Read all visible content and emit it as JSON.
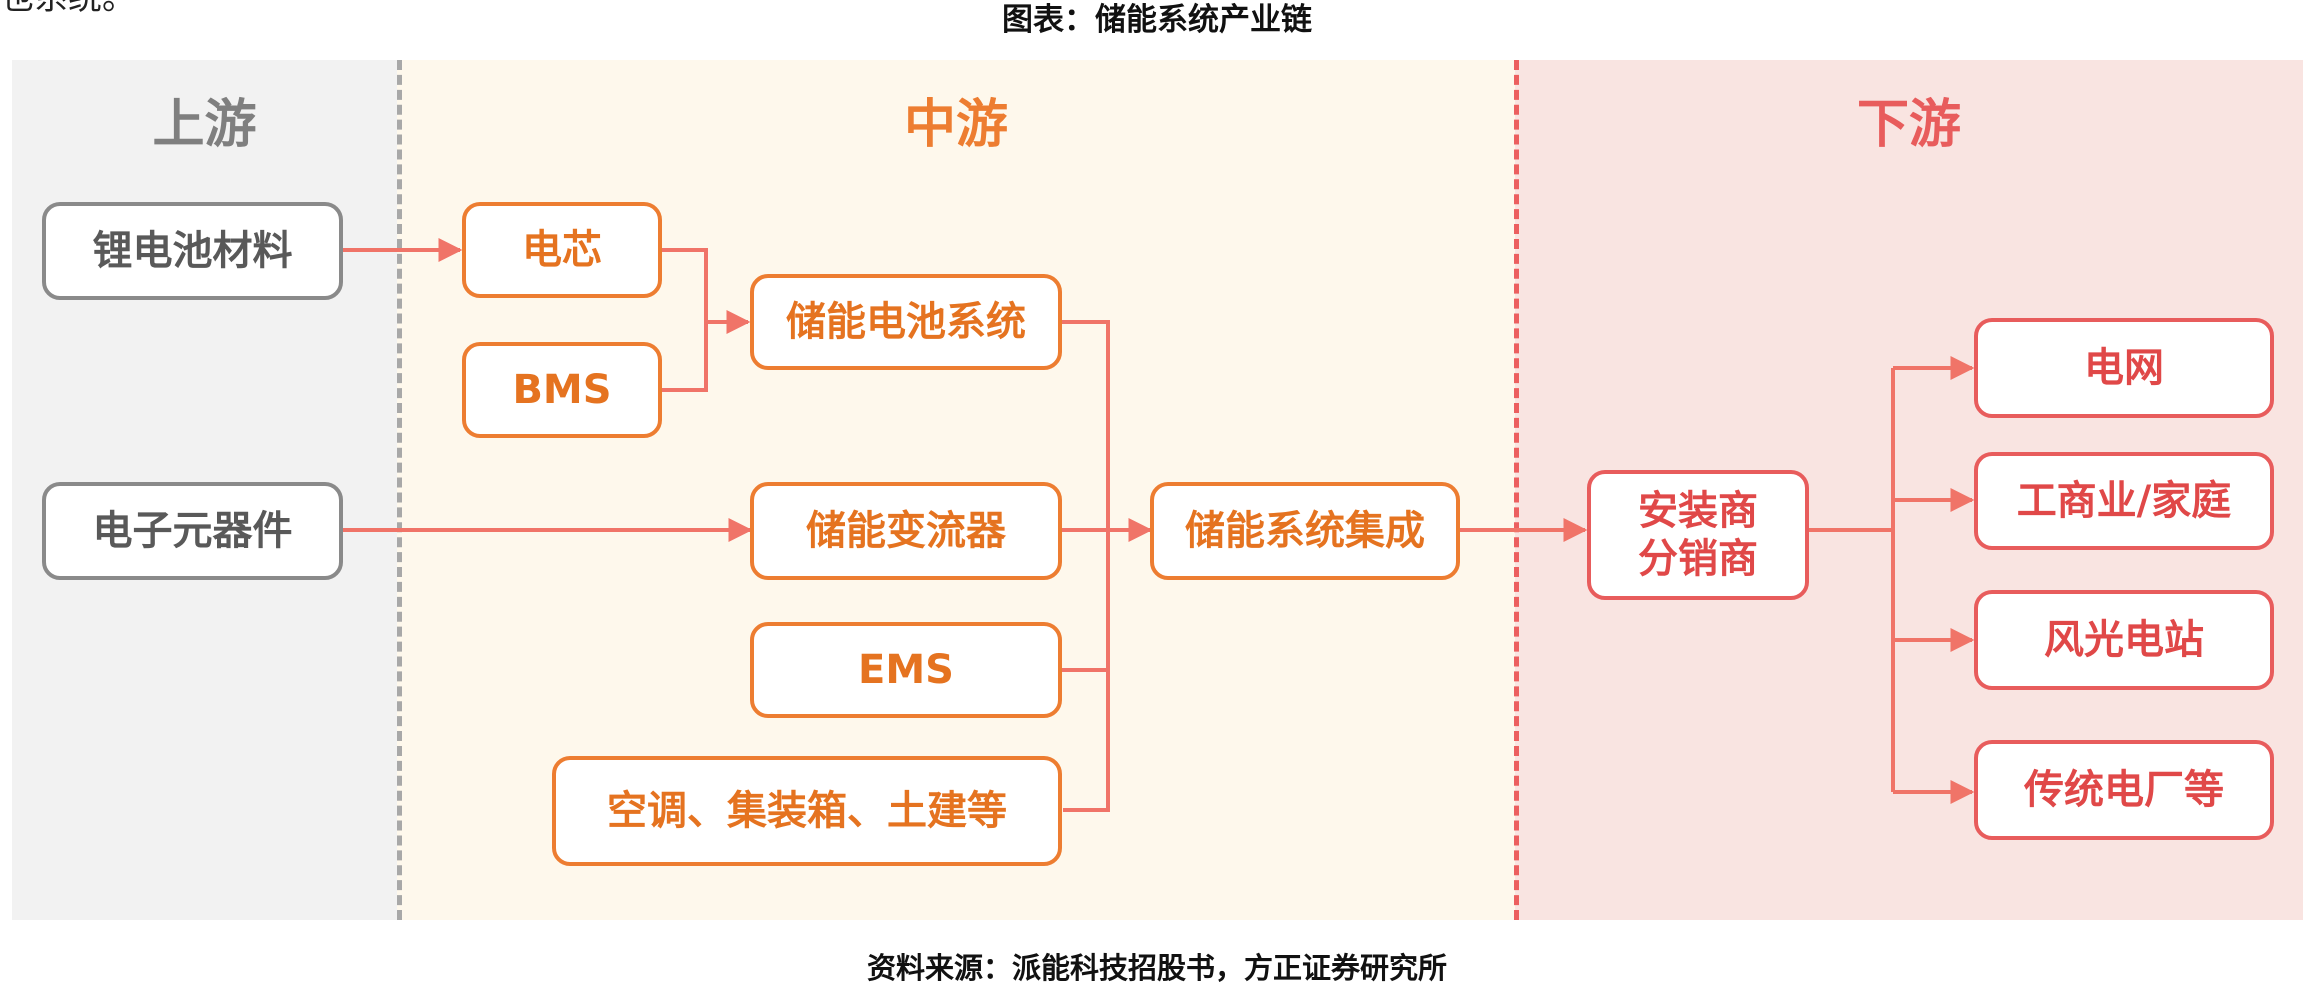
{
  "header": {
    "cut_text": "也系统。",
    "figure_title": "图表：储能系统产业链"
  },
  "sections": {
    "upstream": "上游",
    "midstream": "中游",
    "downstream": "下游"
  },
  "nodes": {
    "lithium_materials": "锂电池材料",
    "electronic_components": "电子元器件",
    "cell": "电芯",
    "bms": "BMS",
    "battery_system": "储能电池系统",
    "converter": "储能变流器",
    "ems": "EMS",
    "hvac": "空调、集装箱、土建等",
    "integration": "储能系统集成",
    "installer_line1": "安装商",
    "installer_line2": "分销商",
    "grid": "电网",
    "commercial": "工商业/家庭",
    "wind_solar": "风光电站",
    "traditional": "传统电厂等"
  },
  "footer": {
    "source": "资料来源：派能科技招股书，方正证券研究所"
  },
  "colors": {
    "upstream_bg": "#f2f2f2",
    "midstream_bg": "#fef8ec",
    "downstream_bg": "#f9e4e1",
    "upstream_accent": "#8a8a8a",
    "midstream_accent": "#ed7d31",
    "downstream_accent": "#e85c5c",
    "connector": "#f07468"
  }
}
